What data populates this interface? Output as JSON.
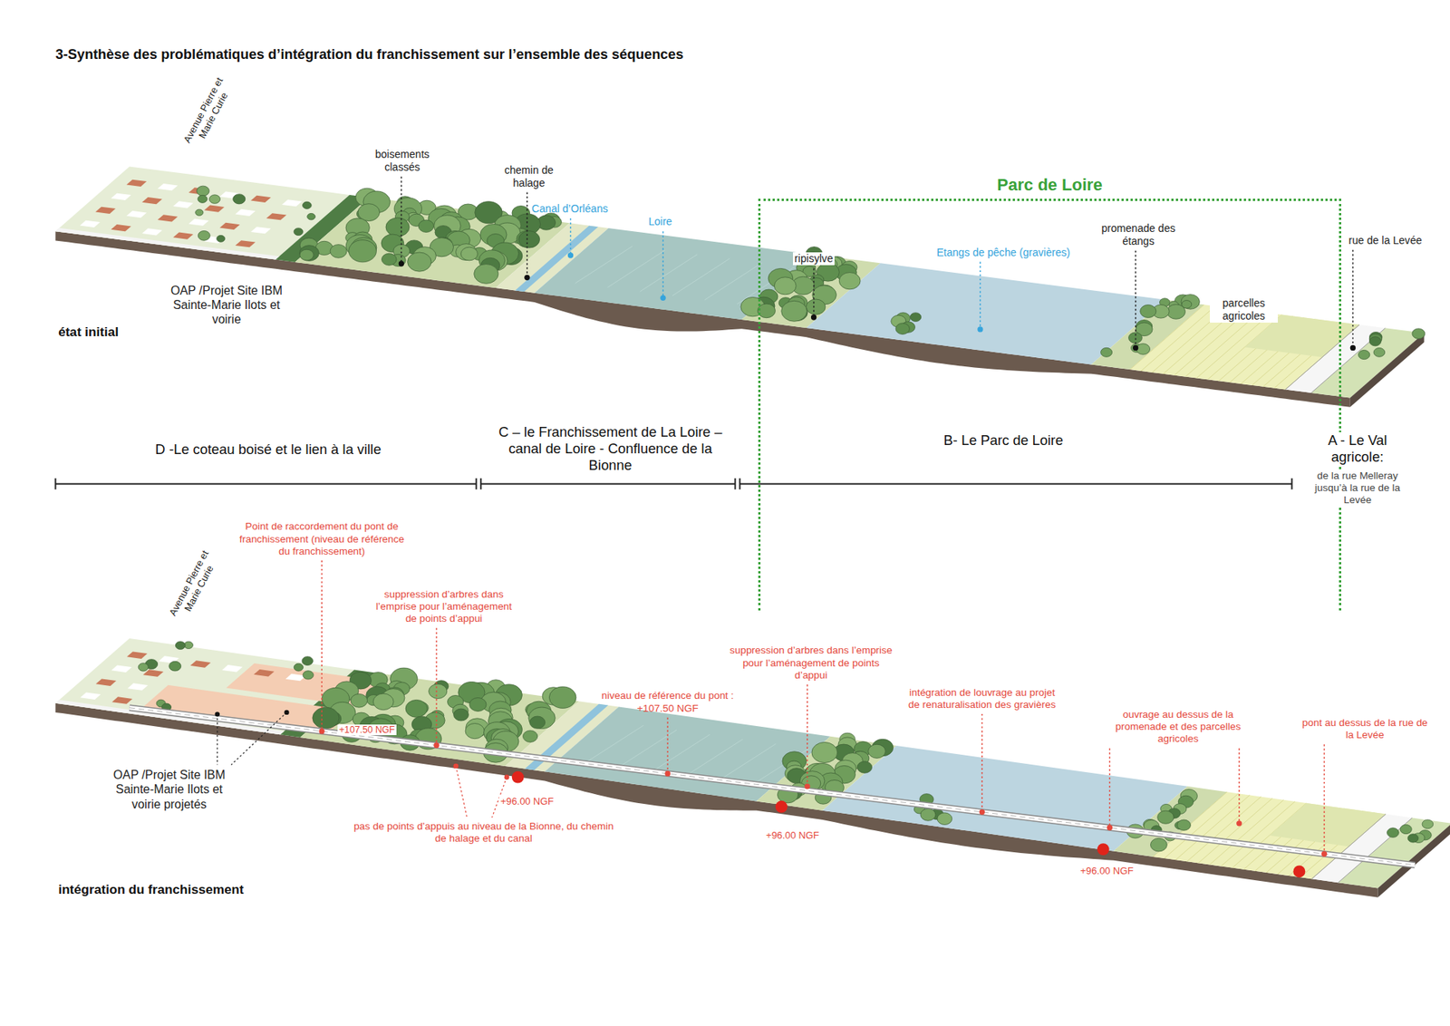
{
  "diagram": {
    "title": "3-Synthèse des problématiques d’intégration du franchissement sur l’ensemble des séquences",
    "nodes": [
      {
        "text": [
          "Parc de Loire"
        ]
      }
    ],
    "labels": [
      "Avenue Pierre et Marie Curie",
      "boisements classés",
      "chemin de halage",
      "Canal d’Orléans",
      "Loire",
      "OAP /Projet Site IBM Sainte-Marie Ilots et voirie",
      "ripisylve",
      "Etangs de pêche (gravières)",
      "promenade des étangs",
      "rue de la Levée",
      "parcelles agricoles",
      "état initial",
      "D -Le coteau boisé et le lien à la ville",
      "C – le Franchissement de La Loire – canal de Loire - Confluence de la Bionne",
      "B- Le Parc de Loire",
      "A - Le Val agricole:",
      "de la rue Melleray jusqu’à la rue de la Levée",
      "Avenue Pierre et Marie Curie",
      "Point de raccordement du pont de franchissement (niveau de référence du franchissement)",
      "suppression d’arbres dans l’emprise pour l’aménagement de points d’appui",
      "suppression d’arbres dans l’emprise pour l’aménagement de points d’appui",
      "niveau de référence du pont : +107.50 NGF",
      "intégration de louvrage au projet de renaturalisation des gravières",
      "ouvrage au dessus de la promenade et des parcelles agricoles",
      "pont au dessus de la rue de la Levée",
      "+107.50 NGF",
      "+96.00 NGF",
      "+96.00 NGF",
      "+96.00 NGF",
      "OAP /Projet Site IBM Sainte-Marie Ilots et voirie projetés",
      "pas de points d’appuis au niveau de la Bionne, du chemin de halage et du canal",
      "intégration du franchissement"
    ]
  }
}
